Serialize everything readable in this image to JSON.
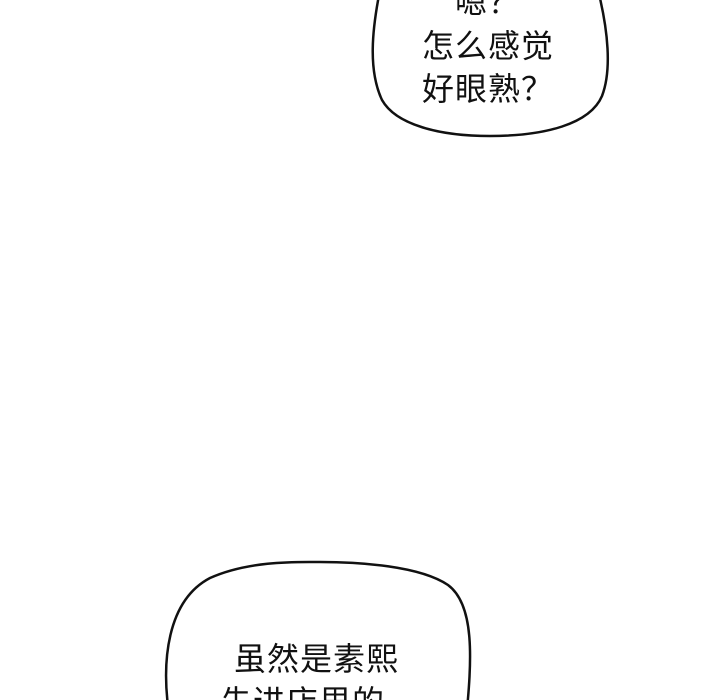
{
  "colors": {
    "background": "#ffffff",
    "ink": "#111111"
  },
  "bubbles": [
    {
      "lines": [
        "嗯？",
        "怎么感觉",
        "好眼熟？"
      ]
    },
    {
      "lines": [
        "虽然是素熙",
        "先进店里的"
      ]
    }
  ]
}
